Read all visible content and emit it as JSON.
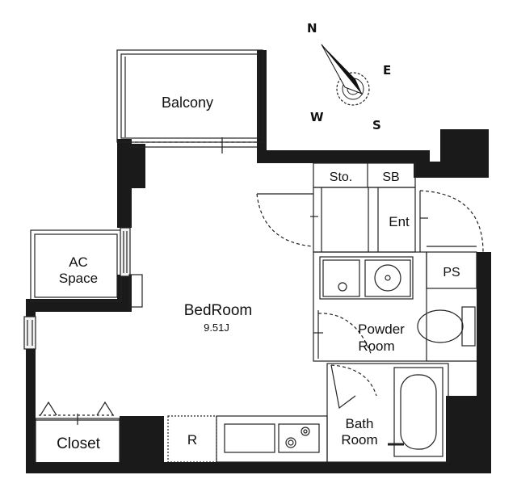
{
  "rooms": {
    "balcony": "Balcony",
    "storage": "Sto.",
    "shoe_box": "SB",
    "entrance": "Ent",
    "ac_space_line1": "AC",
    "ac_space_line2": "Space",
    "pipe_space": "PS",
    "bedroom": "BedRoom",
    "bedroom_size": "9.51J",
    "powder_line1": "Powder",
    "powder_line2": "Room",
    "bath_line1": "Bath",
    "bath_line2": "Room",
    "closet": "Closet",
    "refrigerator": "R"
  },
  "compass": {
    "north": "N",
    "east": "E",
    "south": "S",
    "west": "W"
  }
}
